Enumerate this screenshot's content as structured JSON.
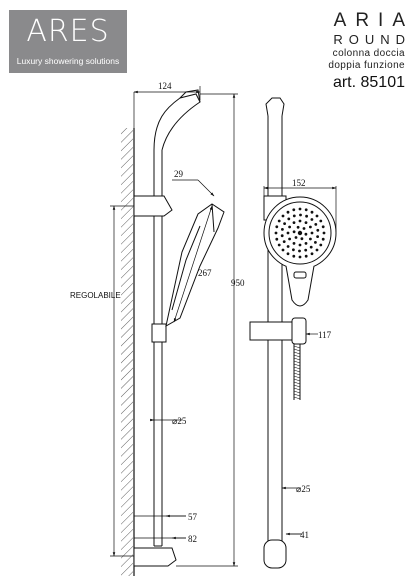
{
  "logo": {
    "brand": "ARES",
    "tagline": "Luxury showering solutions"
  },
  "product": {
    "name": "ARIA",
    "variant": "ROUND",
    "desc_line1": "colonna doccia",
    "desc_line2": "doppia funzione",
    "code": "art. 85101"
  },
  "dimensions": {
    "d124": "124",
    "d29": "29",
    "d267": "267",
    "d950": "950",
    "regolabile": "REGOLABILE",
    "d25_left": "⌀25",
    "d57": "57",
    "d82": "82",
    "d152": "152",
    "d117": "117",
    "d25_right": "⌀25",
    "d41": "41"
  },
  "colors": {
    "logo_bg": "#8a8a8c",
    "line": "#111111"
  }
}
